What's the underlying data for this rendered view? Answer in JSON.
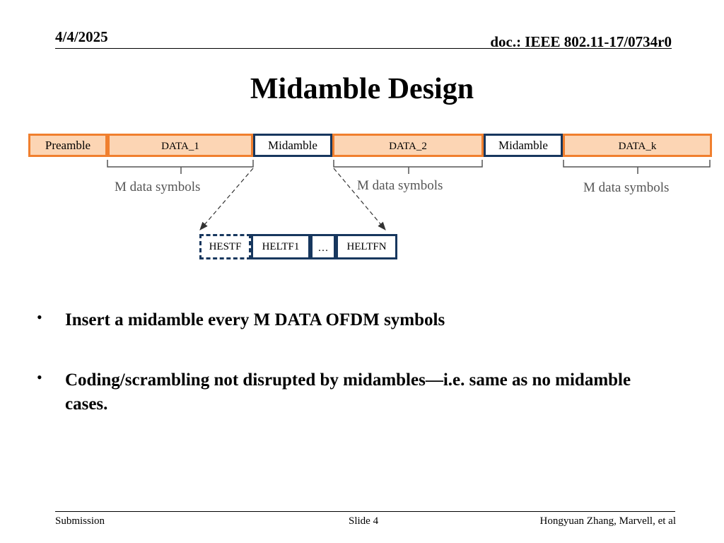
{
  "header": {
    "date": "4/4/2025",
    "doc_id": "doc.: IEEE 802.11-17/0734r0"
  },
  "title": "Midamble Design",
  "diagram": {
    "frame": {
      "preamble": "Preamble",
      "data_1": "DATA_1",
      "midamble_1": "Midamble",
      "data_2": "DATA_2",
      "midamble_2": "Midamble",
      "data_k": "DATA_k"
    },
    "brace_labels": {
      "group_1": "M data symbols",
      "group_2": "M data symbols",
      "group_3": "M data symbols"
    },
    "midamble_detail": {
      "hestf": "HESTF",
      "heltf1": "HELTF1",
      "ellipsis": "…",
      "heltfn": "HELTFN"
    }
  },
  "bullets": [
    "Insert a midamble every M DATA OFDM symbols",
    "Coding/scrambling not disrupted by midambles—i.e. same as no midamble cases."
  ],
  "bullet_marker": "•",
  "footer": {
    "left": "Submission",
    "center": "Slide 4",
    "right": "Hongyuan Zhang, Marvell, et al"
  },
  "colors": {
    "data_fill": "#fcd5b4",
    "data_border": "#f07f2e",
    "midamble_border": "#17375e",
    "label_gray": "#555555"
  }
}
